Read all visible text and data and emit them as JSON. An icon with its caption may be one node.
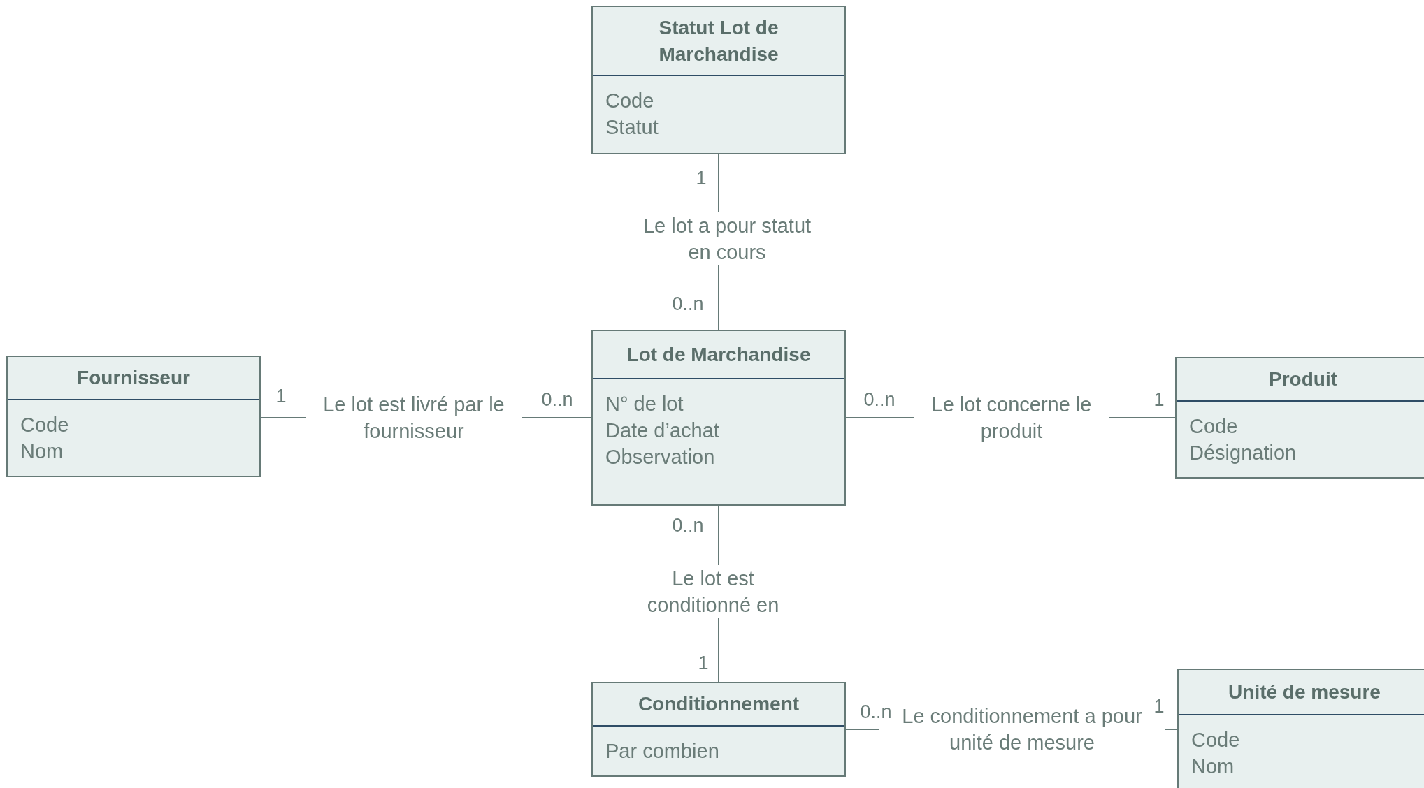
{
  "diagram": {
    "nodes": [
      {
        "text": [
          "Statut Lot de Marchandise",
          "Code",
          "Statut"
        ]
      },
      {
        "text": [
          "Fournisseur",
          "Code",
          "Nom"
        ]
      },
      {
        "text": [
          "Lot de Marchandise",
          "N° de lot",
          "Date d’achat",
          "Observation"
        ]
      },
      {
        "text": [
          "Produit",
          "Code",
          "Désignation"
        ]
      },
      {
        "text": [
          "Conditionnement",
          "Par combien"
        ]
      },
      {
        "text": [
          "Unité de mesure",
          "Code",
          "Nom"
        ]
      }
    ],
    "edges": [
      {
        "from": 0,
        "to": 2,
        "arrow": "none",
        "label": "Le lot a pour statut en cours"
      },
      {
        "from": 1,
        "to": 2,
        "arrow": "none",
        "label": "Le lot est livré par le fournisseur"
      },
      {
        "from": 2,
        "to": 3,
        "arrow": "none",
        "label": "Le lot concerne le produit"
      },
      {
        "from": 2,
        "to": 4,
        "arrow": "none",
        "label": "Le lot est conditionné en"
      },
      {
        "from": 4,
        "to": 5,
        "arrow": "none",
        "label": "Le conditionnement a pour unité de mesure"
      }
    ],
    "labels": [
      "1",
      "0..n",
      "1",
      "0..n",
      "0..n",
      "1",
      "0..n",
      "1",
      "1",
      "0..n"
    ]
  }
}
